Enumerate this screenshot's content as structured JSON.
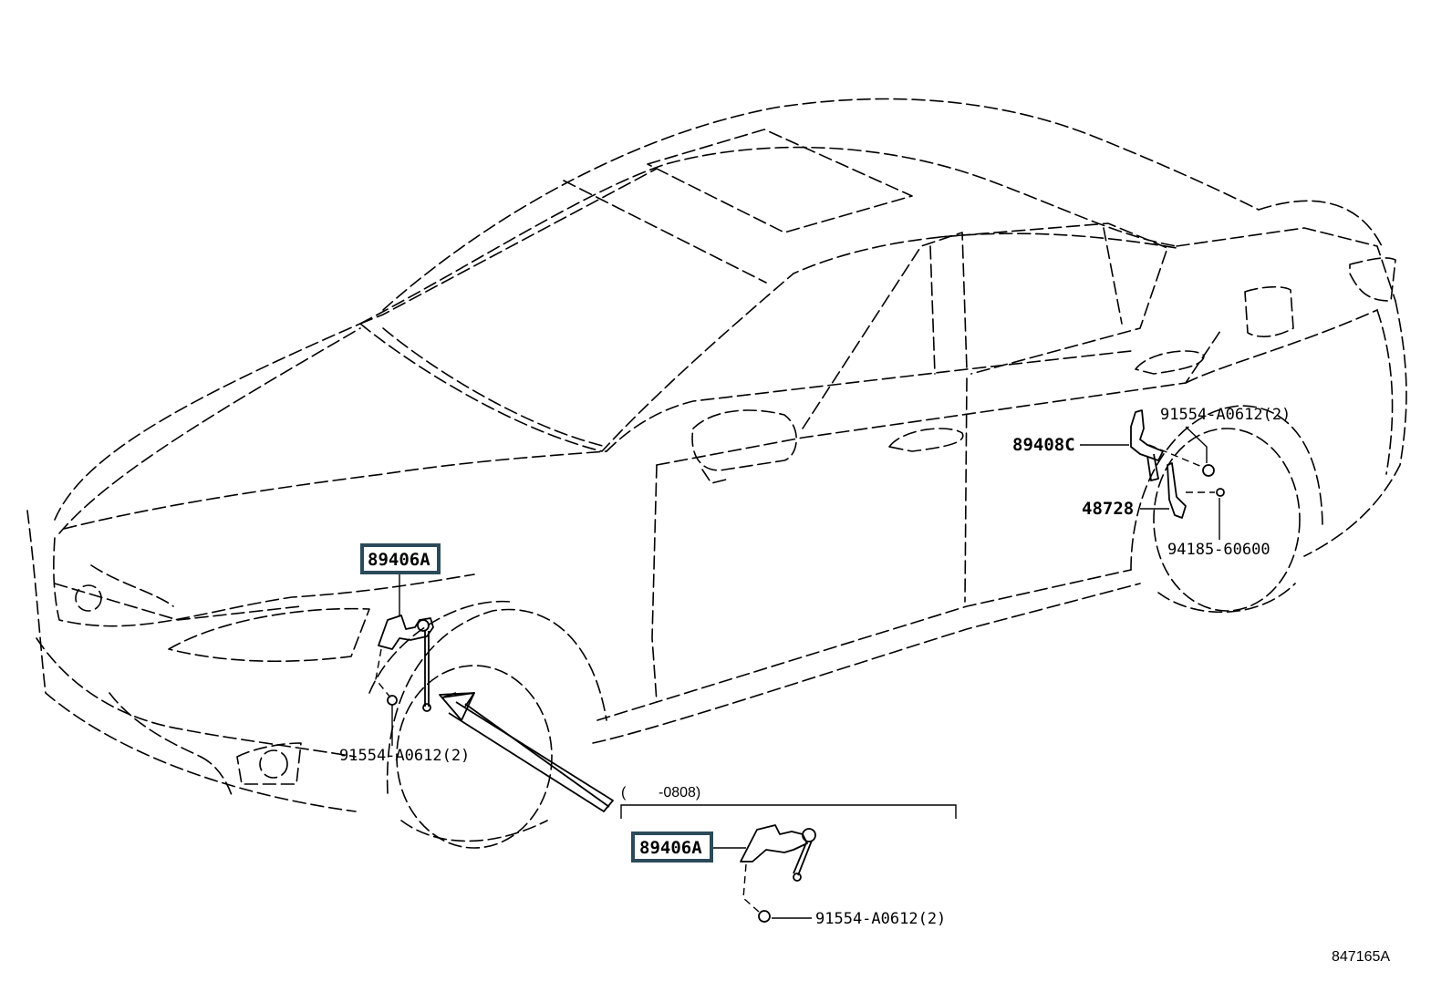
{
  "callouts": {
    "sensor_front": "89406A",
    "sensor_front_inset": "89406A",
    "bolt_front": "91554-A0612(2)",
    "bolt_inset": "91554-A0612(2)",
    "sensor_rear": "89408C",
    "bolt_rear": "91554-A0612(2)",
    "link_rear": "48728",
    "nut_rear": "94185-60600"
  },
  "inset": {
    "range_open": "(",
    "range_close": "-0808)"
  },
  "diagram_id": "847165A",
  "colors": {
    "highlight_box": "#2b4a5a",
    "line": "#000000"
  }
}
